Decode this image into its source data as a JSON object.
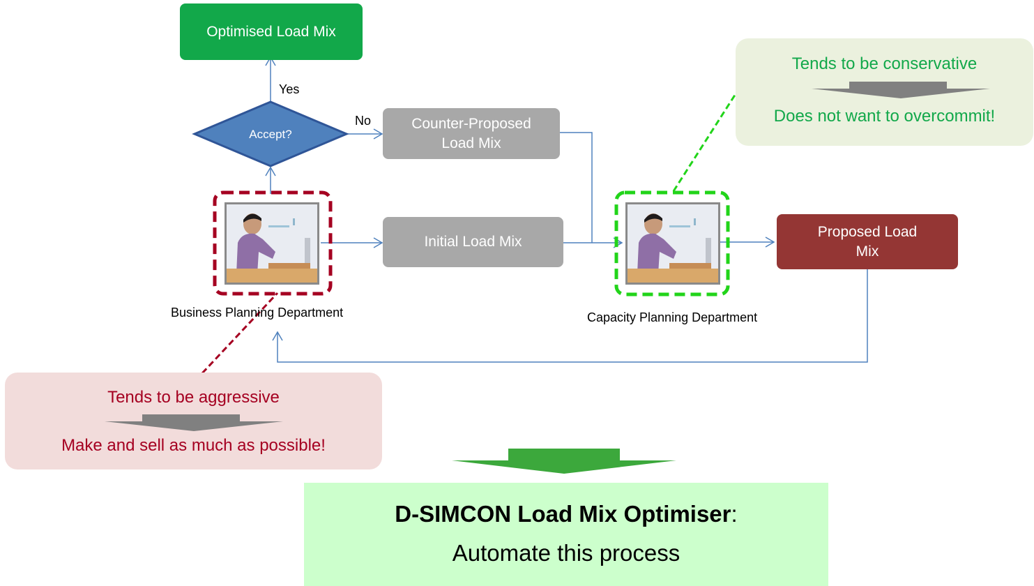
{
  "nodes": {
    "optimised": "Optimised Load Mix",
    "decision": "Accept?",
    "counter_proposed": "Counter-Proposed Load Mix",
    "initial": "Initial Load Mix",
    "proposed": "Proposed Load Mix"
  },
  "edge_labels": {
    "yes": "Yes",
    "no": "No"
  },
  "departments": {
    "business": "Business Planning  Department",
    "capacity": "Capacity Planning Department"
  },
  "callouts": {
    "aggressive": {
      "line1": "Tends to be aggressive",
      "line2": "Make and sell as much as possible!",
      "color": "#a50021",
      "background": "#f2dcdb"
    },
    "conservative": {
      "line1": "Tends to be conservative",
      "line2": "Does not want to overcommit!",
      "color": "#12a84a",
      "background": "#ebf1de"
    }
  },
  "optimiser": {
    "name": "D-SIMCON Load Mix Optimiser",
    "suffix": ":",
    "tagline": "Automate this process"
  },
  "colors": {
    "connector": "#4f81bd",
    "decision_fill": "#4f81bd",
    "decision_border": "#2f5597",
    "green": "#12a84a",
    "grey": "#a8a8a8",
    "dark_red": "#943634",
    "dash_red": "#a50021",
    "dash_green": "#22d41a",
    "down_arrow": "#3ca83c",
    "optimiser_bg": "#ccffcc"
  }
}
